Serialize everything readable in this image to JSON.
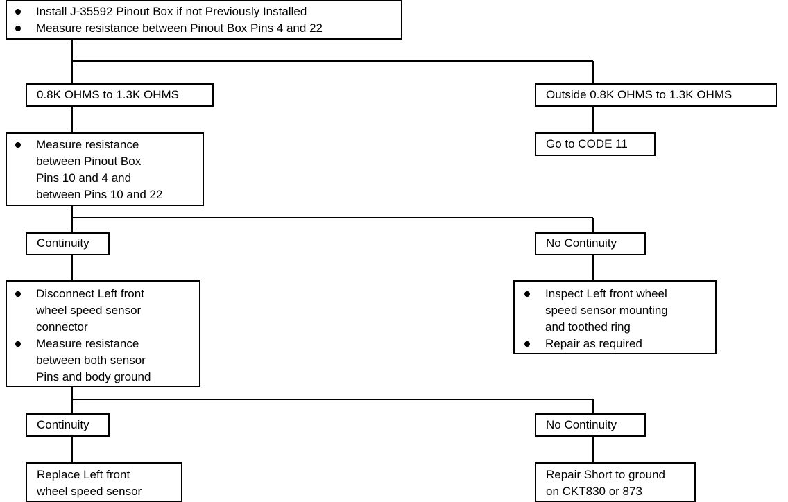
{
  "step1": {
    "bullets": [
      [
        "Install J-35592 Pinout Box if not Previously Installed"
      ],
      [
        "Measure resistance between Pinout Box Pins 4 and 22"
      ]
    ]
  },
  "result1_left": "0.8K OHMS to 1.3K OHMS",
  "result1_right": "Outside 0.8K OHMS to 1.3K OHMS",
  "action1_right": "Go to CODE 11",
  "step2": {
    "bullets": [
      [
        "Measure resistance",
        "between Pinout Box",
        "Pins 10 and 4 and",
        "between Pins 10 and 22"
      ]
    ]
  },
  "result2_left": "Continuity",
  "result2_right": "No Continuity",
  "step3": {
    "bullets": [
      [
        "Disconnect Left front",
        "wheel speed sensor",
        "connector"
      ],
      [
        "Measure resistance",
        "between both sensor",
        "Pins and body ground"
      ]
    ]
  },
  "action2_right": {
    "bullets": [
      [
        "Inspect Left front wheel",
        "speed sensor mounting",
        "and toothed ring"
      ],
      [
        "Repair as required"
      ]
    ]
  },
  "result3_left": "Continuity",
  "result3_right": "No Continuity",
  "action3_left": [
    "Replace Left front",
    "wheel speed sensor"
  ],
  "action3_right": [
    "Repair Short to ground",
    "on CKT830 or 873"
  ]
}
